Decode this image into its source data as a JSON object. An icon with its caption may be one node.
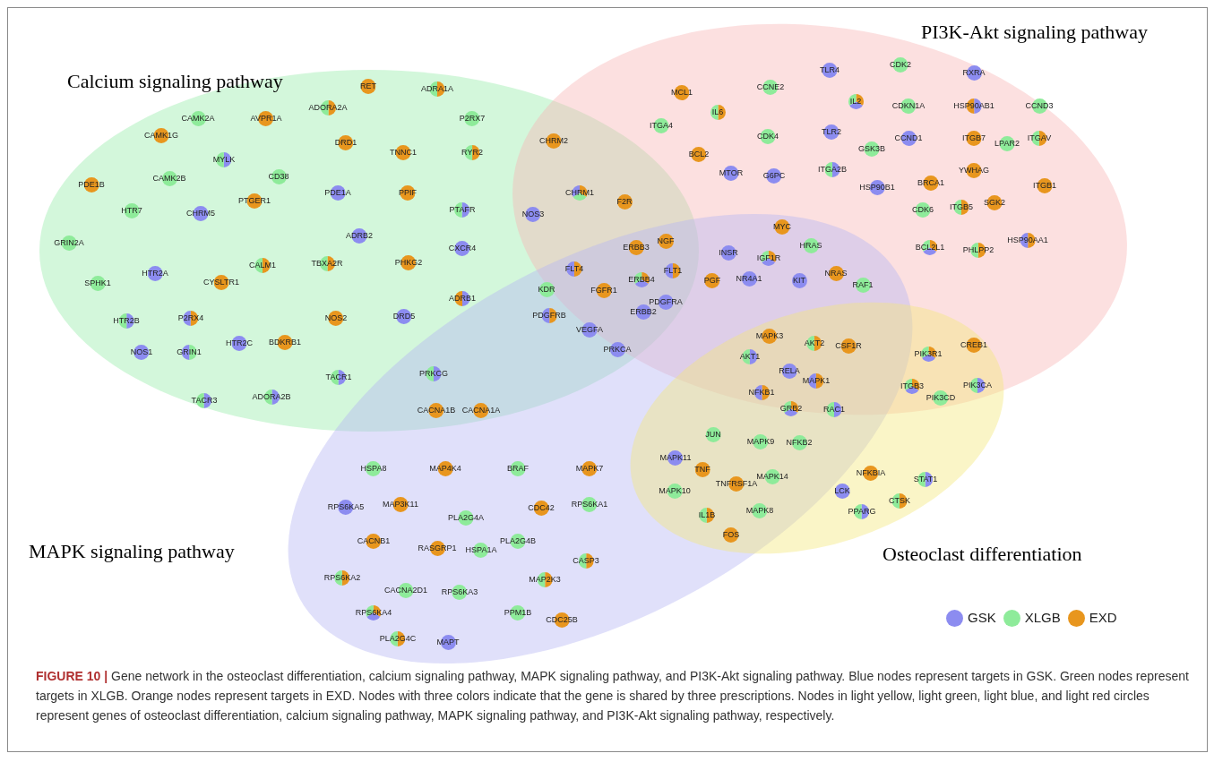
{
  "diagram": {
    "caption": "**FIGURE 10 |** Gene network in the osteoclast differentiation, calcium signaling pathway, MAPK signaling pathway, and PI3K-Akt signaling pathway. Blue nodes represent targets in GSK. Green nodes represent targets in XLGB. Orange nodes represent targets in EXD. Nodes with three colors indicate that the gene is shared by three prescriptions. Nodes in light yellow, light green, light blue, and light red circles represent genes of osteoclast differentiation, calcium signaling pathway, MAPK signaling pathway, and PI3K-Akt signaling pathway, respectively.",
    "nodes": [
      {
        "text": [
          "Calcium signaling pathway"
        ]
      },
      {
        "text": [
          "PI3K-Akt signaling pathway"
        ]
      },
      {
        "text": [
          "MAPK signaling pathway"
        ]
      },
      {
        "text": [
          "Osteoclast differentiation"
        ]
      },
      {
        "text": [
          "RET"
        ],
        "in": 0
      },
      {
        "text": [
          "ADRA1A"
        ],
        "in": 0
      },
      {
        "text": [
          "ADORA2A"
        ],
        "in": 0
      },
      {
        "text": [
          "CAMK2A"
        ],
        "in": 0
      },
      {
        "text": [
          "AVPR1A"
        ],
        "in": 0
      },
      {
        "text": [
          "CAMK1G"
        ],
        "in": 0
      },
      {
        "text": [
          "DRD1"
        ],
        "in": 0
      },
      {
        "text": [
          "P2RX7"
        ],
        "in": 0
      },
      {
        "text": [
          "CHRM2"
        ]
      },
      {
        "text": [
          "TNNC1"
        ],
        "in": 0
      },
      {
        "text": [
          "RYR2"
        ],
        "in": 0
      },
      {
        "text": [
          "MYLK"
        ],
        "in": 0
      },
      {
        "text": [
          "CD38"
        ],
        "in": 0
      },
      {
        "text": [
          "CAMK2B"
        ],
        "in": 0
      },
      {
        "text": [
          "PDE1B"
        ],
        "in": 0
      },
      {
        "text": [
          "PDE1A"
        ],
        "in": 0
      },
      {
        "text": [
          "PPIF"
        ],
        "in": 0
      },
      {
        "text": [
          "PTGER1"
        ],
        "in": 0
      },
      {
        "text": [
          "HTR7"
        ],
        "in": 0
      },
      {
        "text": [
          "CHRM5"
        ],
        "in": 0
      },
      {
        "text": [
          "PTAFR"
        ],
        "in": 0
      },
      {
        "text": [
          "ADRB2"
        ],
        "in": 0
      },
      {
        "text": [
          "GRIN2A"
        ],
        "in": 0
      },
      {
        "text": [
          "CXCR4"
        ],
        "in": 0
      },
      {
        "text": [
          "PHKG2"
        ],
        "in": 0
      },
      {
        "text": [
          "TBXA2R"
        ],
        "in": 0
      },
      {
        "text": [
          "CALM1"
        ],
        "in": 0
      },
      {
        "text": [
          "HTR2A"
        ],
        "in": 0
      },
      {
        "text": [
          "CYSLTR1"
        ],
        "in": 0
      },
      {
        "text": [
          "SPHK1"
        ],
        "in": 0
      },
      {
        "text": [
          "ADRB1"
        ],
        "in": 0
      },
      {
        "text": [
          "DRD5"
        ],
        "in": 0
      },
      {
        "text": [
          "NOS2"
        ],
        "in": 0
      },
      {
        "text": [
          "P2RX4"
        ],
        "in": 0
      },
      {
        "text": [
          "HTR2B"
        ],
        "in": 0
      },
      {
        "text": [
          "HTR2C"
        ],
        "in": 0
      },
      {
        "text": [
          "BDKRB1"
        ],
        "in": 0
      },
      {
        "text": [
          "NOS1"
        ],
        "in": 0
      },
      {
        "text": [
          "GRIN1"
        ],
        "in": 0
      },
      {
        "text": [
          "PRKCG"
        ]
      },
      {
        "text": [
          "TACR1"
        ],
        "in": 0
      },
      {
        "text": [
          "ADORA2B"
        ],
        "in": 0
      },
      {
        "text": [
          "TACR3"
        ],
        "in": 0
      },
      {
        "text": [
          "CACNA1B"
        ]
      },
      {
        "text": [
          "CACNA1A"
        ]
      },
      {
        "text": [
          "CHRM1"
        ]
      },
      {
        "text": [
          "F2R"
        ]
      },
      {
        "text": [
          "NOS3"
        ]
      },
      {
        "text": [
          "NGF"
        ]
      },
      {
        "text": [
          "ERBB3"
        ]
      },
      {
        "text": [
          "FLT4"
        ]
      },
      {
        "text": [
          "FLT1"
        ]
      },
      {
        "text": [
          "ERBB4"
        ]
      },
      {
        "text": [
          "KDR"
        ]
      },
      {
        "text": [
          "FGFR1"
        ]
      },
      {
        "text": [
          "PDGFRA"
        ]
      },
      {
        "text": [
          "ERBB2"
        ]
      },
      {
        "text": [
          "PDGFRB"
        ]
      },
      {
        "text": [
          "VEGFA"
        ]
      },
      {
        "text": [
          "PRKCA"
        ]
      },
      {
        "text": [
          "MCL1"
        ],
        "in": 1
      },
      {
        "text": [
          "CCNE2"
        ],
        "in": 1
      },
      {
        "text": [
          "IL6"
        ],
        "in": 1
      },
      {
        "text": [
          "ITGA4"
        ],
        "in": 1
      },
      {
        "text": [
          "CDK4"
        ],
        "in": 1
      },
      {
        "text": [
          "BCL2"
        ],
        "in": 1
      },
      {
        "text": [
          "MTOR"
        ],
        "in": 1
      },
      {
        "text": [
          "G6PC"
        ],
        "in": 1
      },
      {
        "text": [
          "TLR4"
        ],
        "in": 1
      },
      {
        "text": [
          "CDK2"
        ],
        "in": 1
      },
      {
        "text": [
          "RXRA"
        ],
        "in": 1
      },
      {
        "text": [
          "IL2"
        ],
        "in": 1
      },
      {
        "text": [
          "CDKN1A"
        ],
        "in": 1
      },
      {
        "text": [
          "HSP90AB1"
        ],
        "in": 1
      },
      {
        "text": [
          "CCND3"
        ],
        "in": 1
      },
      {
        "text": [
          "TLR2"
        ],
        "in": 1
      },
      {
        "text": [
          "CCND1"
        ],
        "in": 1
      },
      {
        "text": [
          "ITGB7"
        ],
        "in": 1
      },
      {
        "text": [
          "LPAR2"
        ],
        "in": 1
      },
      {
        "text": [
          "ITGAV"
        ],
        "in": 1
      },
      {
        "text": [
          "GSK3B"
        ],
        "in": 1
      },
      {
        "text": [
          "ITGA2B"
        ],
        "in": 1
      },
      {
        "text": [
          "YWHAG"
        ],
        "in": 1
      },
      {
        "text": [
          "HSP90B1"
        ],
        "in": 1
      },
      {
        "text": [
          "BRCA1"
        ],
        "in": 1
      },
      {
        "text": [
          "ITGB1"
        ],
        "in": 1
      },
      {
        "text": [
          "CDK6"
        ],
        "in": 1
      },
      {
        "text": [
          "ITGB5"
        ],
        "in": 1
      },
      {
        "text": [
          "SGK2"
        ],
        "in": 1
      },
      {
        "text": [
          "MYC"
        ]
      },
      {
        "text": [
          "HSP90AA1"
        ],
        "in": 1
      },
      {
        "text": [
          "BCL2L1"
        ],
        "in": 1
      },
      {
        "text": [
          "PHLPP2"
        ],
        "in": 1
      },
      {
        "text": [
          "HRAS"
        ]
      },
      {
        "text": [
          "INSR"
        ]
      },
      {
        "text": [
          "IGF1R"
        ]
      },
      {
        "text": [
          "NRAS"
        ]
      },
      {
        "text": [
          "PGF"
        ]
      },
      {
        "text": [
          "NR4A1"
        ]
      },
      {
        "text": [
          "KIT"
        ]
      },
      {
        "text": [
          "RAF1"
        ]
      },
      {
        "text": [
          "MAPK3"
        ]
      },
      {
        "text": [
          "AKT2"
        ]
      },
      {
        "text": [
          "CSF1R"
        ]
      },
      {
        "text": [
          "CREB1"
        ]
      },
      {
        "text": [
          "PIK3R1"
        ]
      },
      {
        "text": [
          "AKT1"
        ]
      },
      {
        "text": [
          "RELA"
        ]
      },
      {
        "text": [
          "MAPK1"
        ]
      },
      {
        "text": [
          "ITGB3"
        ]
      },
      {
        "text": [
          "PIK3CA"
        ]
      },
      {
        "text": [
          "NFKB1"
        ]
      },
      {
        "text": [
          "PIK3CD"
        ]
      },
      {
        "text": [
          "GRB2"
        ]
      },
      {
        "text": [
          "RAC1"
        ]
      },
      {
        "text": [
          "JUN"
        ]
      },
      {
        "text": [
          "MAPK9"
        ]
      },
      {
        "text": [
          "NFKB2"
        ]
      },
      {
        "text": [
          "MAPK11"
        ]
      },
      {
        "text": [
          "TNF"
        ]
      },
      {
        "text": [
          "NFKBIA"
        ],
        "in": 3
      },
      {
        "text": [
          "MAPK14"
        ]
      },
      {
        "text": [
          "STAT1"
        ],
        "in": 3
      },
      {
        "text": [
          "TNFRSF1A"
        ]
      },
      {
        "text": [
          "MAPK10"
        ]
      },
      {
        "text": [
          "LCK"
        ],
        "in": 3
      },
      {
        "text": [
          "CTSK"
        ],
        "in": 3
      },
      {
        "text": [
          "MAPK8"
        ]
      },
      {
        "text": [
          "PPARG"
        ],
        "in": 3
      },
      {
        "text": [
          "IL1B"
        ]
      },
      {
        "text": [
          "FOS"
        ]
      },
      {
        "text": [
          "HSPA8"
        ],
        "in": 2
      },
      {
        "text": [
          "MAP4K4"
        ],
        "in": 2
      },
      {
        "text": [
          "BRAF"
        ],
        "in": 2
      },
      {
        "text": [
          "MAPK7"
        ],
        "in": 2
      },
      {
        "text": [
          "RPS6KA5"
        ],
        "in": 2
      },
      {
        "text": [
          "MAP3K11"
        ],
        "in": 2
      },
      {
        "text": [
          "PLA2G4A"
        ],
        "in": 2
      },
      {
        "text": [
          "CDC42"
        ],
        "in": 2
      },
      {
        "text": [
          "RPS6KA1"
        ],
        "in": 2
      },
      {
        "text": [
          "CACNB1"
        ],
        "in": 2
      },
      {
        "text": [
          "RASGRP1"
        ],
        "in": 2
      },
      {
        "text": [
          "HSPA1A"
        ],
        "in": 2
      },
      {
        "text": [
          "PLA2G4B"
        ],
        "in": 2
      },
      {
        "text": [
          "CASP3"
        ],
        "in": 2
      },
      {
        "text": [
          "RPS6KA2"
        ],
        "in": 2
      },
      {
        "text": [
          "MAP2K3"
        ],
        "in": 2
      },
      {
        "text": [
          "CACNA2D1"
        ],
        "in": 2
      },
      {
        "text": [
          "RPS6KA3"
        ],
        "in": 2
      },
      {
        "text": [
          "RPS6KA4"
        ],
        "in": 2
      },
      {
        "text": [
          "PPM1B"
        ],
        "in": 2
      },
      {
        "text": [
          "CDC25B"
        ],
        "in": 2
      },
      {
        "text": [
          "PLA2G4C"
        ],
        "in": 2
      },
      {
        "text": [
          "MAPT"
        ],
        "in": 2
      }
    ],
    "legend": [
      {
        "text": "GSK",
        "color": "#8c8cf0"
      },
      {
        "text": "XLGB",
        "color": "#8eeb9a"
      },
      {
        "text": "EXD",
        "color": "#e8961e"
      }
    ]
  }
}
